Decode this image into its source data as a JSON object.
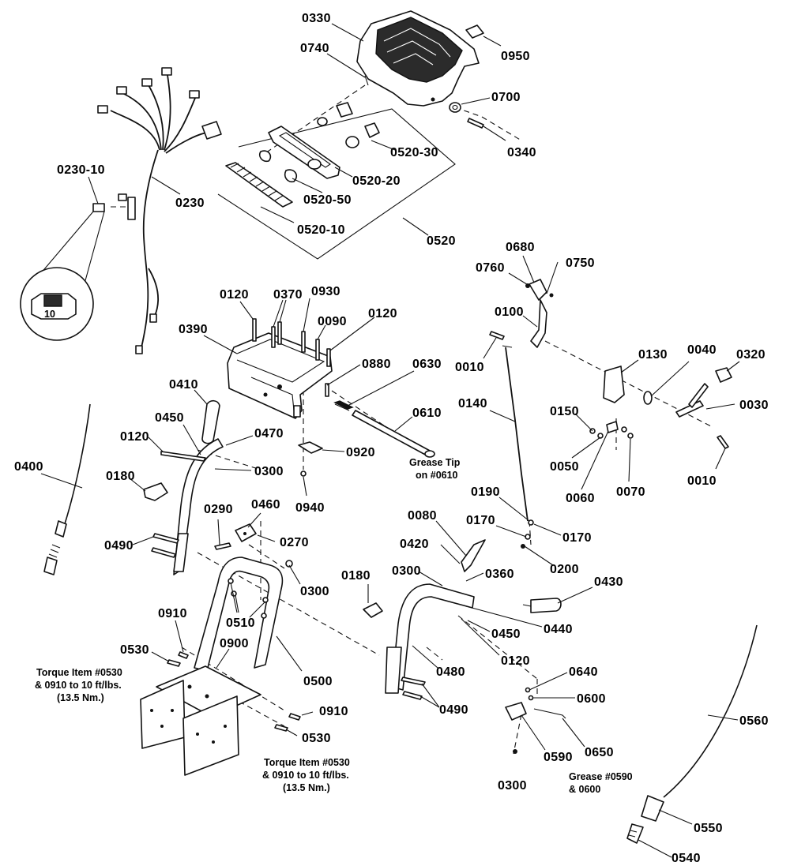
{
  "callouts": {
    "c0330": "0330",
    "c0950": "0950",
    "c0740": "0740",
    "c0700": "0700",
    "c0340": "0340",
    "c0520_30": "0520-30",
    "c0520_20": "0520-20",
    "c0520_50": "0520-50",
    "c0520_10": "0520-10",
    "c0520": "0520",
    "c0230_10": "0230-10",
    "c0230": "0230",
    "c0120_a": "0120",
    "c0370": "0370",
    "c0930": "0930",
    "c0090": "0090",
    "c0120_b": "0120",
    "c0390": "0390",
    "c0880": "0880",
    "c0630": "0630",
    "c0410": "0410",
    "c0450_a": "0450",
    "c0470": "0470",
    "c0610": "0610",
    "c0120_c": "0120",
    "c0300_a": "0300",
    "c0920": "0920",
    "c0180_a": "0180",
    "c0940": "0940",
    "c0400": "0400",
    "c0290": "0290",
    "c0460": "0460",
    "c0270": "0270",
    "c0490_a": "0490",
    "c0300_b": "0300",
    "c0510": "0510",
    "c0910_a": "0910",
    "c0900": "0900",
    "c0530_a": "0530",
    "c0500": "0500",
    "c0910_b": "0910",
    "c0530_b": "0530",
    "c0680": "0680",
    "c0760": "0760",
    "c0750": "0750",
    "c0100": "0100",
    "c0010_a": "0010",
    "c0130": "0130",
    "c0040": "0040",
    "c0320": "0320",
    "c0140": "0140",
    "c0150": "0150",
    "c0030": "0030",
    "c0050": "0050",
    "c0060": "0060",
    "c0070": "0070",
    "c0010_b": "0010",
    "c0190": "0190",
    "c0080": "0080",
    "c0170_a": "0170",
    "c0170_b": "0170",
    "c0420": "0420",
    "c0200": "0200",
    "c0300_c": "0300",
    "c0360": "0360",
    "c0180_b": "0180",
    "c0430": "0430",
    "c0440": "0440",
    "c0450_b": "0450",
    "c0120_d": "0120",
    "c0480": "0480",
    "c0490_b": "0490",
    "c0640": "0640",
    "c0600": "0600",
    "c0650": "0650",
    "c0590": "0590",
    "c0300_d": "0300",
    "c0560": "0560",
    "c0550": "0550",
    "c0540": "0540"
  },
  "notes": {
    "grease_tip_line1": "Grease Tip",
    "grease_tip_line2": "on #0610",
    "torque_left_line1": "Torque Item #0530",
    "torque_left_line2": "& 0910 to 10 ft/lbs.",
    "torque_left_line3": "(13.5 Nm.)",
    "torque_right_line1": "Torque Item #0530",
    "torque_right_line2": "& 0910 to 10 ft/lbs.",
    "torque_right_line3": "(13.5 Nm.)",
    "grease_0590_line1": "Grease #0590",
    "grease_0590_line2": "& 0600"
  },
  "fuse_marking": "10"
}
